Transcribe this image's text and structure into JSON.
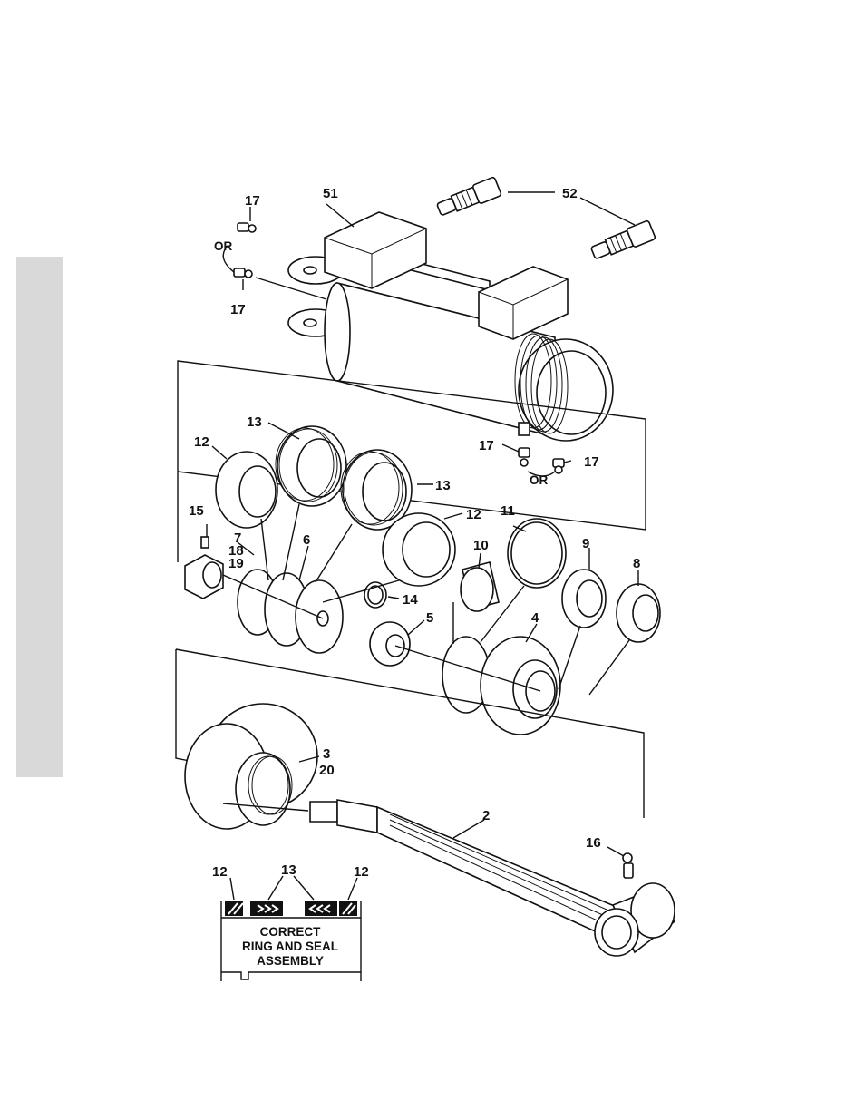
{
  "callouts": {
    "c51": "51",
    "c52": "52",
    "c17a": "17",
    "c17b": "17",
    "c17c": "17",
    "c17d": "17",
    "or1": "OR",
    "or2": "OR",
    "c12a": "12",
    "c13a": "13",
    "c13b": "13",
    "c12b": "12",
    "c15": "15",
    "c7": "7",
    "c18": "18",
    "c19": "19",
    "c6": "6",
    "c11": "11",
    "c10": "10",
    "c9": "9",
    "c8": "8",
    "c14": "14",
    "c5": "5",
    "c4": "4",
    "c3": "3",
    "c20": "20",
    "c2": "2",
    "c16": "16"
  },
  "inset": {
    "labels": [
      "12",
      "13",
      "12"
    ],
    "caption": [
      "CORRECT",
      "RING AND SEAL",
      "ASSEMBLY"
    ]
  }
}
